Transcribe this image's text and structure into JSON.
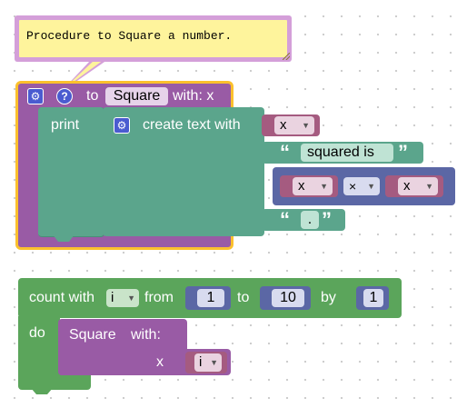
{
  "comment": {
    "text": "Procedure to Square a number."
  },
  "procedure_definition": {
    "to_label": "to",
    "name": "Square",
    "with_label": "with: x",
    "gear_icon": "gear-icon",
    "help_icon": "question-icon",
    "help_glyph": "?",
    "gear_glyph": "⚙"
  },
  "print_block": {
    "label": "print"
  },
  "create_text": {
    "label": "create text with",
    "var_x": "x",
    "quote_open": "“",
    "quote_close": "”",
    "squared_text": "squared is",
    "period_text": ".",
    "math_left": "x",
    "math_op": "×",
    "math_right": "x"
  },
  "loop": {
    "count_with_label": "count with",
    "var": "i",
    "from_label": "from",
    "from_value": "1",
    "to_label": "to",
    "to_value": "10",
    "by_label": "by",
    "by_value": "1",
    "do_label": "do"
  },
  "procedure_call": {
    "name_label": "Square",
    "with_label": "with:",
    "param_label": "x",
    "param_var": "i"
  },
  "dropdown_arrow": "▼",
  "colors": {
    "procedure": "#995ba5",
    "text": "#5ba58c",
    "loop": "#5ba55b",
    "math": "#5b67a5",
    "variable": "#a55b80",
    "highlight": "#fbc02d",
    "comment_bg": "#fef49c"
  }
}
